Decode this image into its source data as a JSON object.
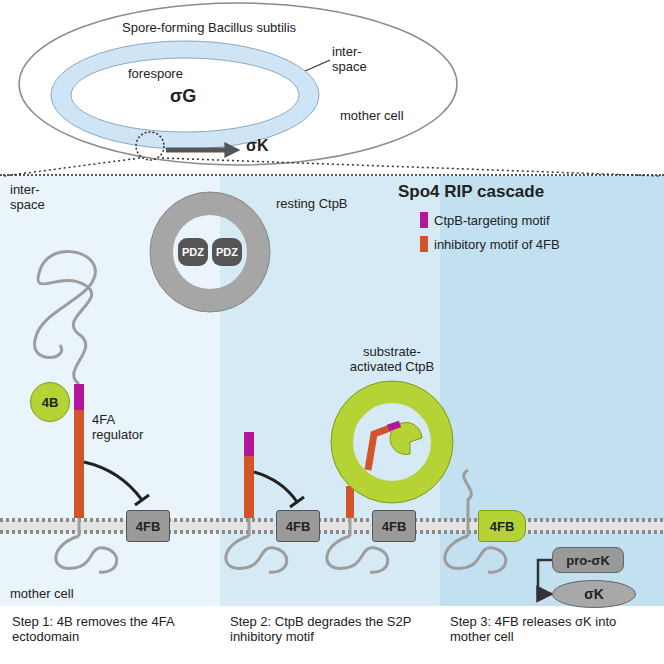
{
  "diagram": {
    "nodes": [
      {
        "text": [
          "mother cell"
        ]
      },
      {
        "text": [
          "forespore",
          "σG"
        ],
        "in": 0
      },
      {
        "text": [
          "Spo4 RIP cascade"
        ]
      },
      {
        "text": [
          "resting CtpB"
        ],
        "in": 2
      },
      {
        "text": [
          "PDZ"
        ],
        "in": 3
      },
      {
        "text": [
          "PDZ"
        ],
        "in": 3
      },
      {
        "text": [
          "4B"
        ],
        "in": 2
      },
      {
        "text": [
          "4FB"
        ],
        "in": 2
      },
      {
        "text": [
          "4FB"
        ],
        "in": 2
      },
      {
        "text": [
          "substrate-activated CtpB"
        ],
        "in": 2
      },
      {
        "text": [
          "4FB"
        ],
        "in": 2
      },
      {
        "text": [
          "4FB"
        ],
        "in": 2
      },
      {
        "text": [
          "pro-σK"
        ],
        "in": 2
      },
      {
        "text": [
          "σK"
        ],
        "in": 2
      }
    ],
    "edges": [
      {
        "from": 12,
        "to": 13,
        "arrow": "to"
      }
    ],
    "labels": [
      "Spore-forming Bacillus subtilis",
      "inter-space",
      "σK",
      "inter-space",
      "4FA regulator",
      "mother cell",
      "Step 1: 4B removes the 4FA ectodomain",
      "Step 2: CtpB degrades the S2P inhibitory motif",
      "Step 3: 4FB releases σK into mother cell"
    ],
    "legend": [
      {
        "text": "CtpB-targeting motif",
        "color": "#b4169b"
      },
      {
        "text": "inhibitory motif of 4FB",
        "color": "#d4542a"
      }
    ]
  }
}
